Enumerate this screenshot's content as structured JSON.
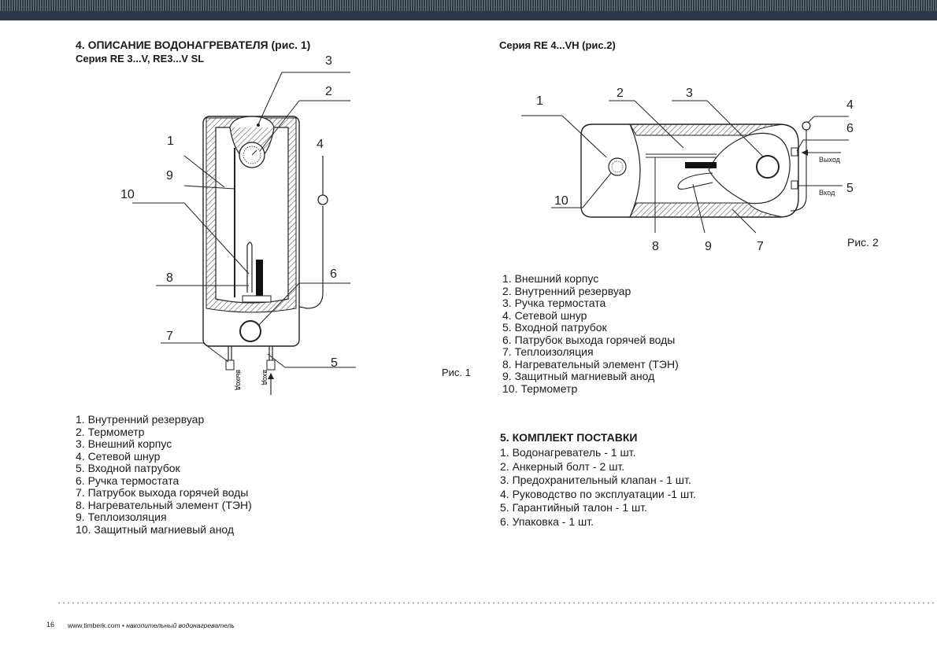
{
  "left_section": {
    "heading": "4. ОПИСАНИЕ ВОДОНАГРЕВАТЕЛЯ (рис. 1)",
    "subheading": "Серия RE 3...V, RE3...V SL",
    "figure_caption": "Рис. 1",
    "pipe_out_label": "выход",
    "pipe_in_label": "вход",
    "callouts": [
      "1",
      "2",
      "3",
      "4",
      "5",
      "6",
      "7",
      "8",
      "9",
      "10"
    ],
    "legend": [
      "1. Внутренний резервуар",
      "2. Термометр",
      "3. Внешний корпус",
      "4. Сетевой шнур",
      "5. Входной патрубок",
      "6. Ручка термостата",
      "7. Патрубок выхода горячей воды",
      "8. Нагревательный элемент  (ТЭН)",
      "9. Теплоизоляция",
      "10. Защитный магниевый анод"
    ]
  },
  "right_section": {
    "subheading": "Серия RE 4...VH (рис.2)",
    "figure_caption": "Рис. 2",
    "pipe_out_label": "Выход",
    "pipe_in_label": "Вход",
    "callouts": [
      "1",
      "2",
      "3",
      "4",
      "5",
      "6",
      "7",
      "8",
      "9",
      "10"
    ],
    "legend": [
      "1. Внешний корпус",
      "2. Внутренний резервуар",
      "3. Ручка термостата",
      "4. Сетевой шнур",
      "5. Входной патрубок",
      "6. Патрубок выхода горячей воды",
      "7. Теплоизоляция",
      "8. Нагревательный элемент (ТЭН)",
      "9. Защитный магниевый анод",
      "10. Термометр"
    ]
  },
  "supply_section": {
    "heading": "5.  КОМПЛЕКТ ПОСТАВКИ",
    "items": [
      "1. Водонагреватель - 1 шт.",
      "2. Анкерный болт - 2 шт.",
      "3. Предохранительный клапан - 1 шт.",
      "4. Руководство по эксплуатации -1 шт.",
      "5. Гарантийный талон - 1 шт.",
      "6. Упаковка - 1 шт."
    ]
  },
  "footer": {
    "page_number": "16",
    "site": "www.timberk.com",
    "separator": " • ",
    "product": "накопительный водонагреватель"
  },
  "colors": {
    "top_bar": "#2c3a48",
    "text": "#1a1a1a",
    "line": "#222222",
    "hatch": "#555555"
  }
}
